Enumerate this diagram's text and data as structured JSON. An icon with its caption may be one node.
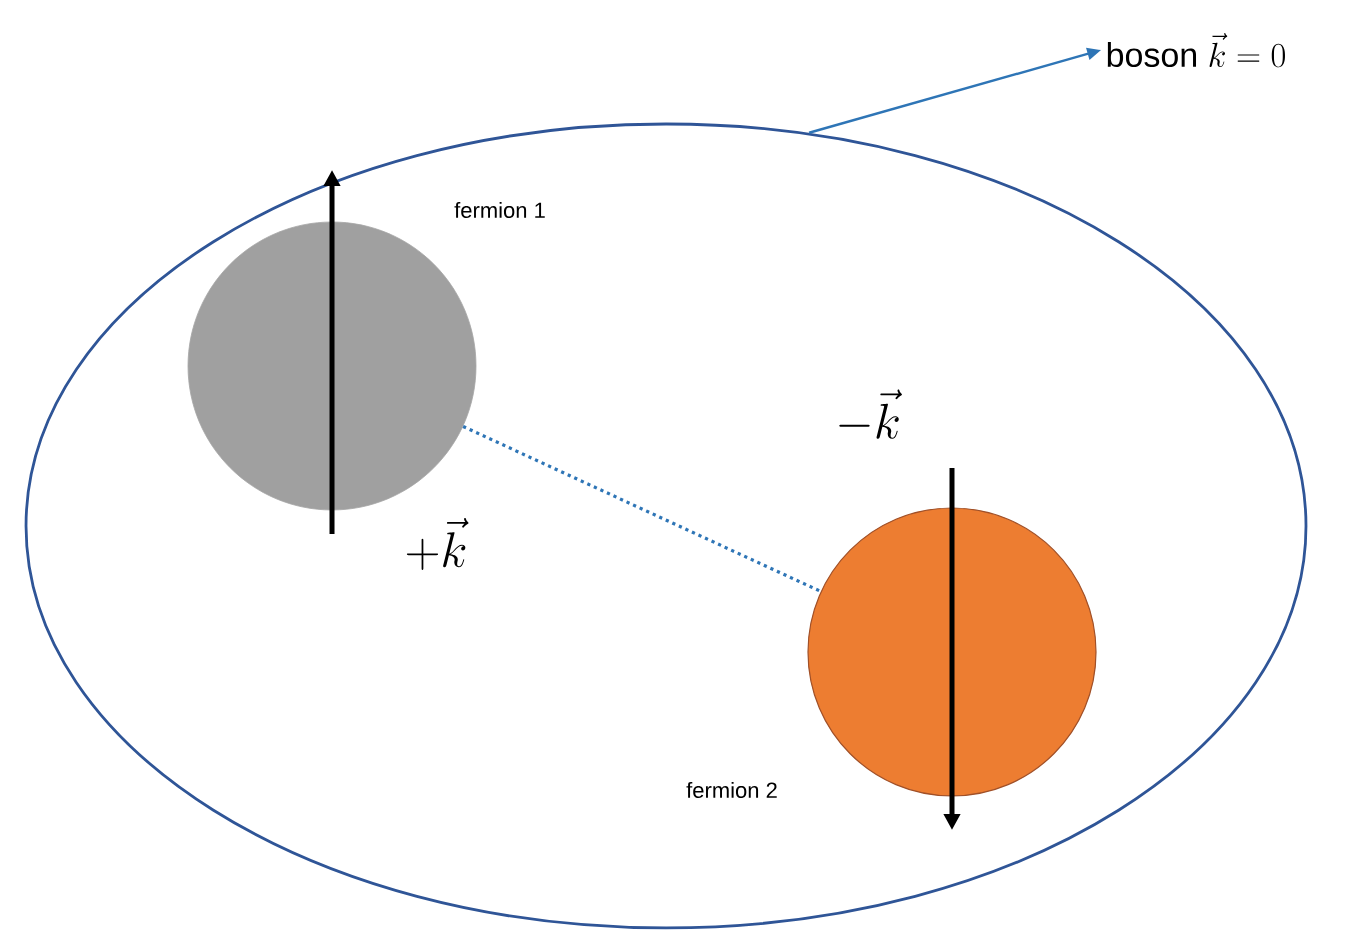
{
  "diagram": {
    "nodes": [
      {
        "text": [],
        "shape": "ellipse"
      },
      {
        "text": [
          "boson",
          "\\vec{k} = 0"
        ]
      },
      {
        "text": [],
        "shape": "circle",
        "in": 0,
        "beside": [
          "fermion 1"
        ]
      },
      {
        "text": [],
        "shape": "circle",
        "in": 0,
        "beside": [
          "fermion 2"
        ]
      }
    ],
    "edges": [
      {
        "from": 0,
        "to": 1,
        "arrow": "to"
      },
      {
        "from": 2,
        "to": 3,
        "arrow": "none",
        "style": "dashed"
      }
    ],
    "labels": [
      "-\\vec{k}",
      "+\\vec{k}"
    ]
  }
}
